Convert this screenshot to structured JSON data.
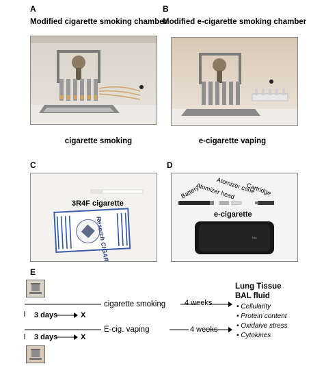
{
  "panels": {
    "A": {
      "letter": "A",
      "title": "Modified cigarette smoking chamber",
      "caption": "cigarette smoking"
    },
    "B": {
      "letter": "B",
      "title": "Modified e-cigarette smoking chamber",
      "caption": "e-cigarette vaping"
    },
    "C": {
      "letter": "C",
      "cigarette_label": "3R4F cigarette",
      "pack_text": "Reserch CIGARETTE"
    },
    "D": {
      "letter": "D",
      "parts": [
        "Battery",
        "Atomizer head",
        "Atomizer cone",
        "Cartridge"
      ],
      "device_label": "e-cigarette"
    },
    "E": {
      "letter": "E",
      "row1": {
        "pre_days": "3 days",
        "exposure": "cigarette smoking",
        "duration": "4 weeks"
      },
      "row2": {
        "pre_days": "3 days",
        "exposure": "E-cig. vaping",
        "duration": "4 weeks"
      },
      "x_mark": "X",
      "outcomes": {
        "title1": "Lung Tissue",
        "title2": "BAL fluid",
        "bullets": [
          "• Cellularity",
          "• Protein content",
          "• Oxidaive stress",
          "• Cytokines"
        ]
      }
    }
  }
}
